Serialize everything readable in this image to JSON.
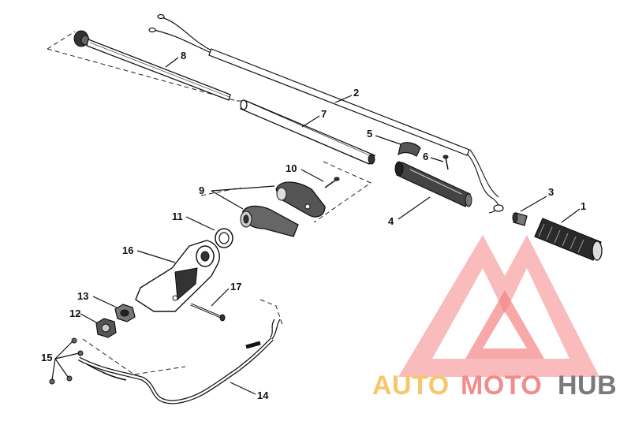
{
  "diagram": {
    "parts": [
      {
        "number": "1"
      },
      {
        "number": "2"
      },
      {
        "number": "3"
      },
      {
        "number": "4"
      },
      {
        "number": "5"
      },
      {
        "number": "6"
      },
      {
        "number": "7"
      },
      {
        "number": "8"
      },
      {
        "number": "9"
      },
      {
        "number": "10"
      },
      {
        "number": "11"
      },
      {
        "number": "12"
      },
      {
        "number": "13"
      },
      {
        "number": "14"
      },
      {
        "number": "15"
      },
      {
        "number": "16"
      },
      {
        "number": "17"
      }
    ]
  },
  "watermark": {
    "word_auto": "AUTO",
    "word_moto": "MOTO",
    "word_hub": "HUB",
    "colors": {
      "auto": "#f5c76b",
      "moto": "#f28c8c",
      "hub": "#7a7a7a",
      "logo": "#f05a5a"
    }
  }
}
